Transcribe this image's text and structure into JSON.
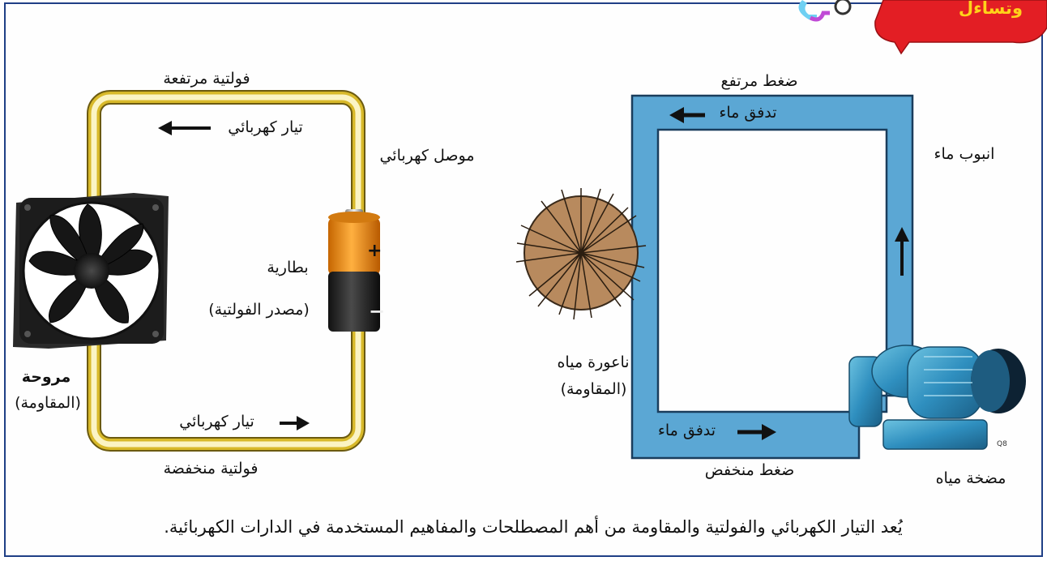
{
  "electric_circuit": {
    "high_voltage_label": "فولتية مرتفعة",
    "current_top_label": "تيار كهربائي",
    "conductor_label": "موصل كهربائي",
    "battery_label": "بطارية",
    "voltage_source_label": "(مصدر الفولتية)",
    "fan_label": "مروحة",
    "fan_resistance_label": "(المقاومة)",
    "current_bottom_label": "تيار كهربائي",
    "low_voltage_label": "فولتية منخفضة",
    "battery_plus": "+",
    "battery_minus": "−"
  },
  "water_circuit": {
    "high_pressure_label": "ضغط مرتفع",
    "water_flow_top_label": "تدفق ماء",
    "water_pipe_label": "انبوب ماء",
    "waterwheel_label": "ناعورة مياه",
    "waterwheel_resistance_label": "(المقاومة)",
    "water_flow_bottom_label": "تدفق ماء",
    "low_pressure_label": "ضغط منخفض",
    "pump_label": "مضخة مياه",
    "pump_tag": "Q8"
  },
  "caption": "يُعد التيار الكهربائي والفولتية والمقاومة من أهم المصطلحات والمفاهيم المستخدمة في الدارات الكهربائية.",
  "badge": {
    "text": "وتساءل"
  },
  "colors": {
    "frame_border": "#1f3f86",
    "wire_gold": "#c9a81a",
    "wire_fill": "#fbf4c4",
    "pipe_blue": "#5ba7d4",
    "pipe_border": "#1a3d5c",
    "wheel_brown": "#b88a5e",
    "battery_orange": "#f08a00",
    "badge_red": "#e31e24",
    "badge_text": "#ffd21a"
  }
}
